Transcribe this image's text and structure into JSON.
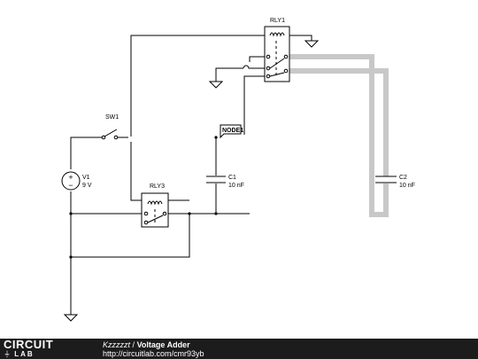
{
  "schematic": {
    "components": {
      "rly1": {
        "name": "RLY1"
      },
      "rly3": {
        "name": "RLY3"
      },
      "sw1": {
        "name": "SW1"
      },
      "v1": {
        "name": "V1",
        "value": "9 V"
      },
      "c1": {
        "name": "C1",
        "value": "10 nF"
      },
      "c2": {
        "name": "C2",
        "value": "10 nF"
      },
      "node1": {
        "name": "NODE1"
      }
    },
    "wire_color": "#000000",
    "highlight_color": "#c0c0c0"
  },
  "footer": {
    "logo_top": "CIRCUIT",
    "logo_bottom": "LAB",
    "author": "Kzzzzzt",
    "separator": "/",
    "title": "Voltage Adder",
    "url": "http://circuitlab.com/cmr93yb"
  }
}
